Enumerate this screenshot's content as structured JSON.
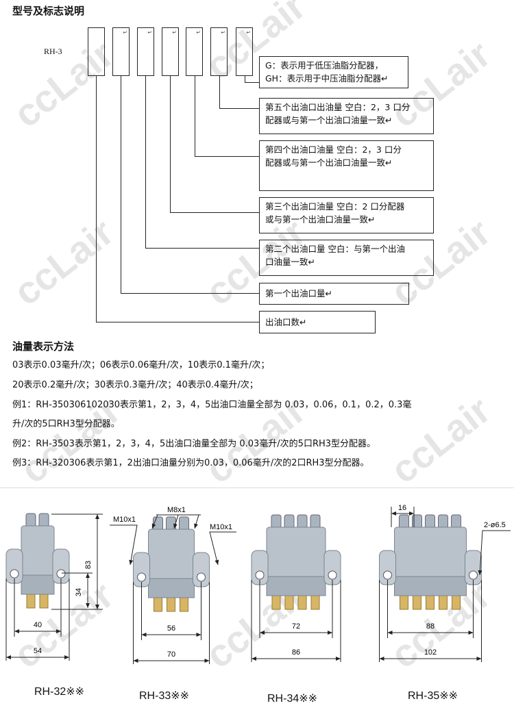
{
  "section1_title": "型号及标志说明",
  "model_prefix": "RH-3",
  "slot_mark": "↵",
  "descriptions": [
    {
      "id": "g",
      "lines": [
        "G：表示用于低压油脂分配器，",
        "GH：表示用于中压油脂分配器↵"
      ]
    },
    {
      "id": "fifth",
      "lines": [
        "第五个出油口出油量  空白：2，3 口分",
        "配器或与第一个出油口油量一致↵"
      ]
    },
    {
      "id": "fourth",
      "lines": [
        "第四个出油口油量   空白：2，3 口分",
        "配器或与第一个出油口油量一致↵"
      ]
    },
    {
      "id": "third",
      "lines": [
        "第三个出油口油量  空白：2 口分配器",
        "或与第一个出油口油量一致↵"
      ]
    },
    {
      "id": "second",
      "lines": [
        "第二个出油口量  空白：与第一个出油",
        "口油量一致↵"
      ]
    },
    {
      "id": "first",
      "lines": [
        "第一个出油口量↵"
      ]
    },
    {
      "id": "count",
      "lines": [
        "出油口数↵"
      ]
    }
  ],
  "section2_title": "油量表示方法",
  "text_lines": [
    "03表示0.03毫升/次；06表示0.06毫升/次，10表示0.1毫升/次；",
    "20表示0.2毫升/次；30表示0.3毫升/次；40表示0.4毫升/次；",
    "例1：RH-350306102030表示第1，2，3，4，5出油口油量全部为 0.03，0.06，0.1，0.2，0.3毫",
    "升/次的5口RH3型分配器。",
    "例2：RH-3503表示第1，2，3，4，5出油口油量全部为 0.03毫升/次的5口RH3型分配器。",
    "例3：RH-320306表示第1，2出油口油量分别为0.03，0.06毫升/次的2口RH3型分配器。"
  ],
  "products": [
    {
      "model": "RH-32※※",
      "outlets": 2,
      "inner": "40",
      "outer": "54",
      "height": "83",
      "hole_dist": "34"
    },
    {
      "model": "RH-33※※",
      "outlets": 3,
      "inner": "56",
      "outer": "70",
      "thread_left": "M10x1",
      "thread_top": "M8x1",
      "thread_right": "M10x1"
    },
    {
      "model": "RH-34※※",
      "outlets": 4,
      "inner": "72",
      "outer": "86"
    },
    {
      "model": "RH-35※※",
      "outlets": 5,
      "inner": "88",
      "outer": "102",
      "pitch": "16",
      "hole": "2-ø6.5"
    }
  ],
  "watermark": "ccLair",
  "colors": {
    "line": "#222222",
    "body": "#b9c2cb",
    "brass": "#d7b566"
  }
}
